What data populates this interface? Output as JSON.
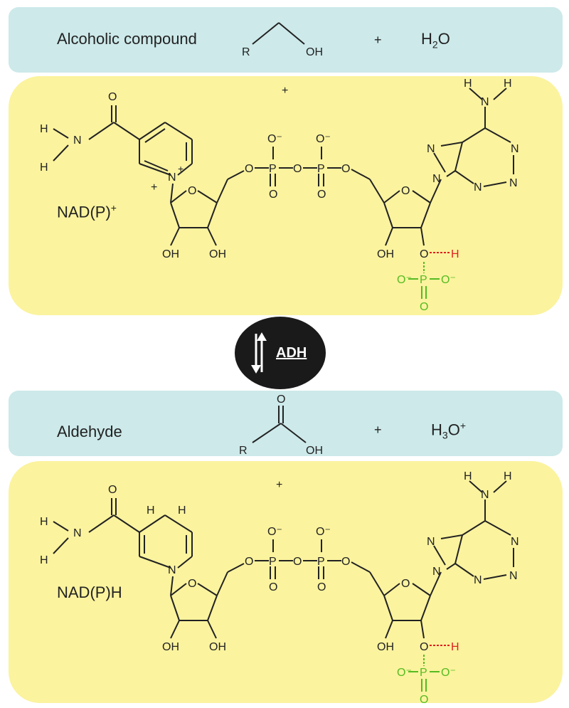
{
  "top": {
    "compound_label": "Alcoholic compound",
    "r": "R",
    "oh": "OH",
    "plus1": "+",
    "water": "H2O",
    "plus_center": "+",
    "cofactor_label": "NAD(P)+"
  },
  "enzyme": {
    "label": "ADH"
  },
  "bottom": {
    "compound_label": "Aldehyde",
    "r": "R",
    "o": "O",
    "oh": "OH",
    "plus1": "+",
    "hydronium": "H3O+",
    "plus_center": "+",
    "cofactor_label": "NAD(P)H"
  },
  "atoms": {
    "H": "H",
    "N": "N",
    "O": "O",
    "P": "P",
    "OH": "OH",
    "O_minus": "O⁻",
    "plus": "+"
  },
  "colors": {
    "blue_panel": "#cde9ea",
    "yellow_panel": "#fbf39e",
    "badge": "#1a1a1a",
    "phosphate_green": "#55bb22",
    "hydrogen_red": "#e02020"
  }
}
